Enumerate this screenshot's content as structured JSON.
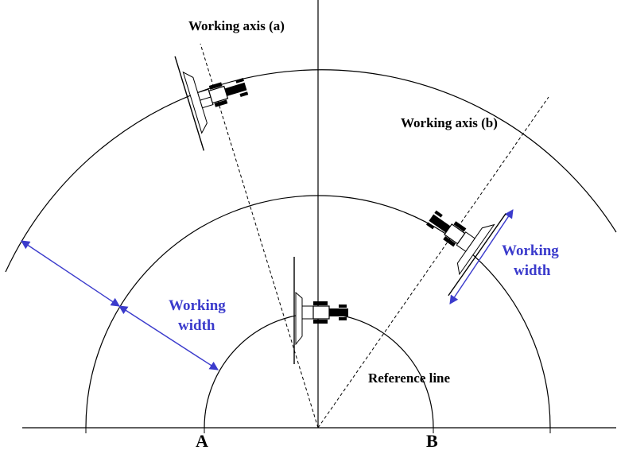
{
  "labels": {
    "working_axis_a": "Working axis (a)",
    "working_axis_b": "Working axis (b)",
    "reference_line": "Reference line",
    "working_width_left_1": "Working",
    "working_width_left_2": "width",
    "working_width_right_1": "Working",
    "working_width_right_2": "width",
    "point_a": "A",
    "point_b": "B"
  },
  "colors": {
    "line": "#000000",
    "annotation": "#3b3bcc"
  }
}
